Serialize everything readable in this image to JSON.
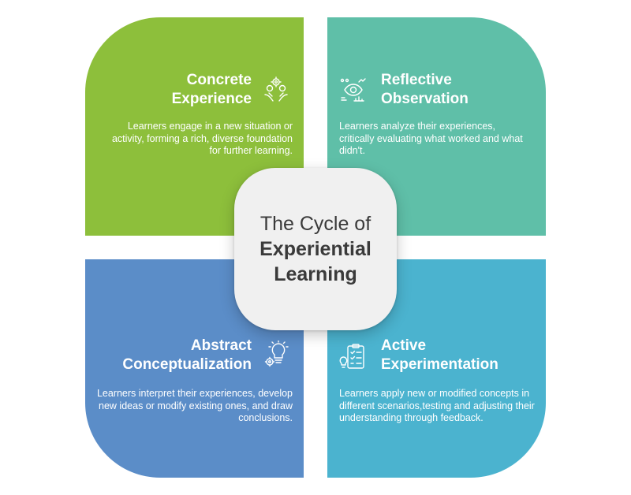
{
  "center": {
    "line1": "The Cycle of",
    "line2": "Experiential",
    "line3": "Learning"
  },
  "quadrants": {
    "concrete": {
      "title_line1": "Concrete",
      "title_line2": "Experience",
      "description": "Learners engage in a new situation or activity, forming a rich, diverse foundation for further learning.",
      "color": "#8dbf3b",
      "icon": "gears-hands-icon"
    },
    "reflective": {
      "title_line1": "Reflective",
      "title_line2": "Observation",
      "description": "Learners analyze their experiences, critically evaluating what worked and what didn't.",
      "color": "#5fbfa8",
      "icon": "eye-analytics-icon"
    },
    "abstract": {
      "title_line1": "Abstract",
      "title_line2": "Conceptualization",
      "description": "Learners interpret their experiences, develop new ideas or modify existing ones, and draw conclusions.",
      "color": "#5b8dc8",
      "icon": "lightbulb-gear-icon"
    },
    "active": {
      "title_line1": "Active",
      "title_line2": "Experimentation",
      "description": "Learners apply new or modified concepts in different scenarios,testing and adjusting their understanding through feedback.",
      "color": "#4bb3cf",
      "icon": "clipboard-bulb-icon"
    }
  }
}
